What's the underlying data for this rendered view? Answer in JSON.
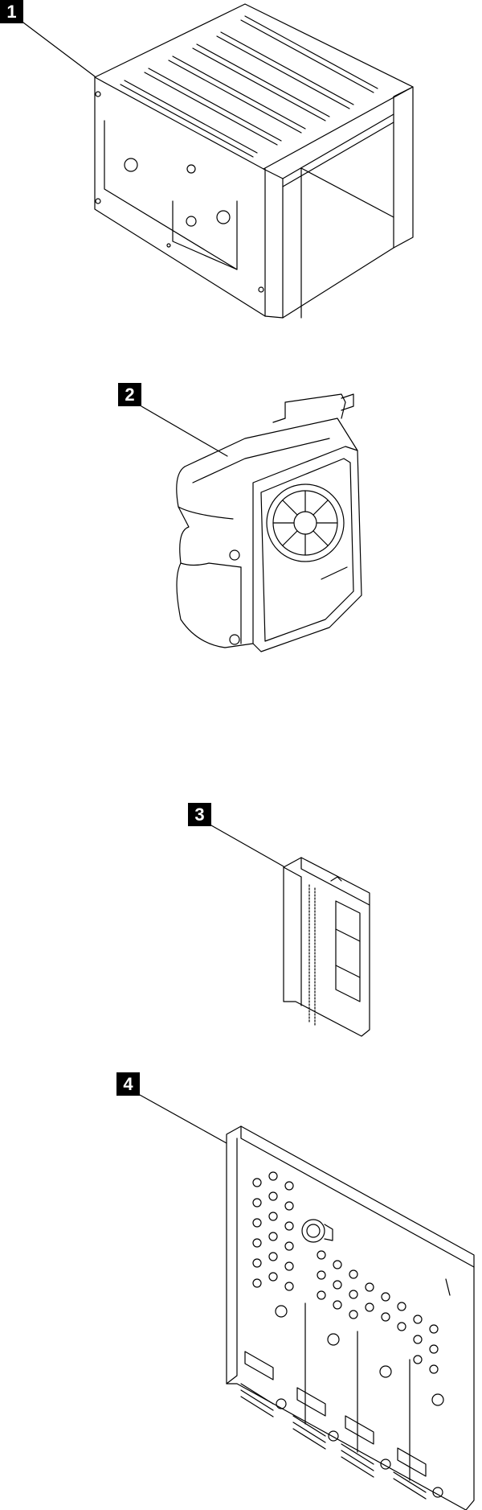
{
  "callouts": [
    {
      "id": "1",
      "label": "1",
      "part": "drive-cage"
    },
    {
      "id": "2",
      "label": "2",
      "part": "fan-module"
    },
    {
      "id": "3",
      "label": "3",
      "part": "drive-filler"
    },
    {
      "id": "4",
      "label": "4",
      "part": "backplane"
    }
  ],
  "colors": {
    "ink": "#000000",
    "paper": "#ffffff",
    "label_bg": "#000000",
    "label_fg": "#ffffff"
  }
}
